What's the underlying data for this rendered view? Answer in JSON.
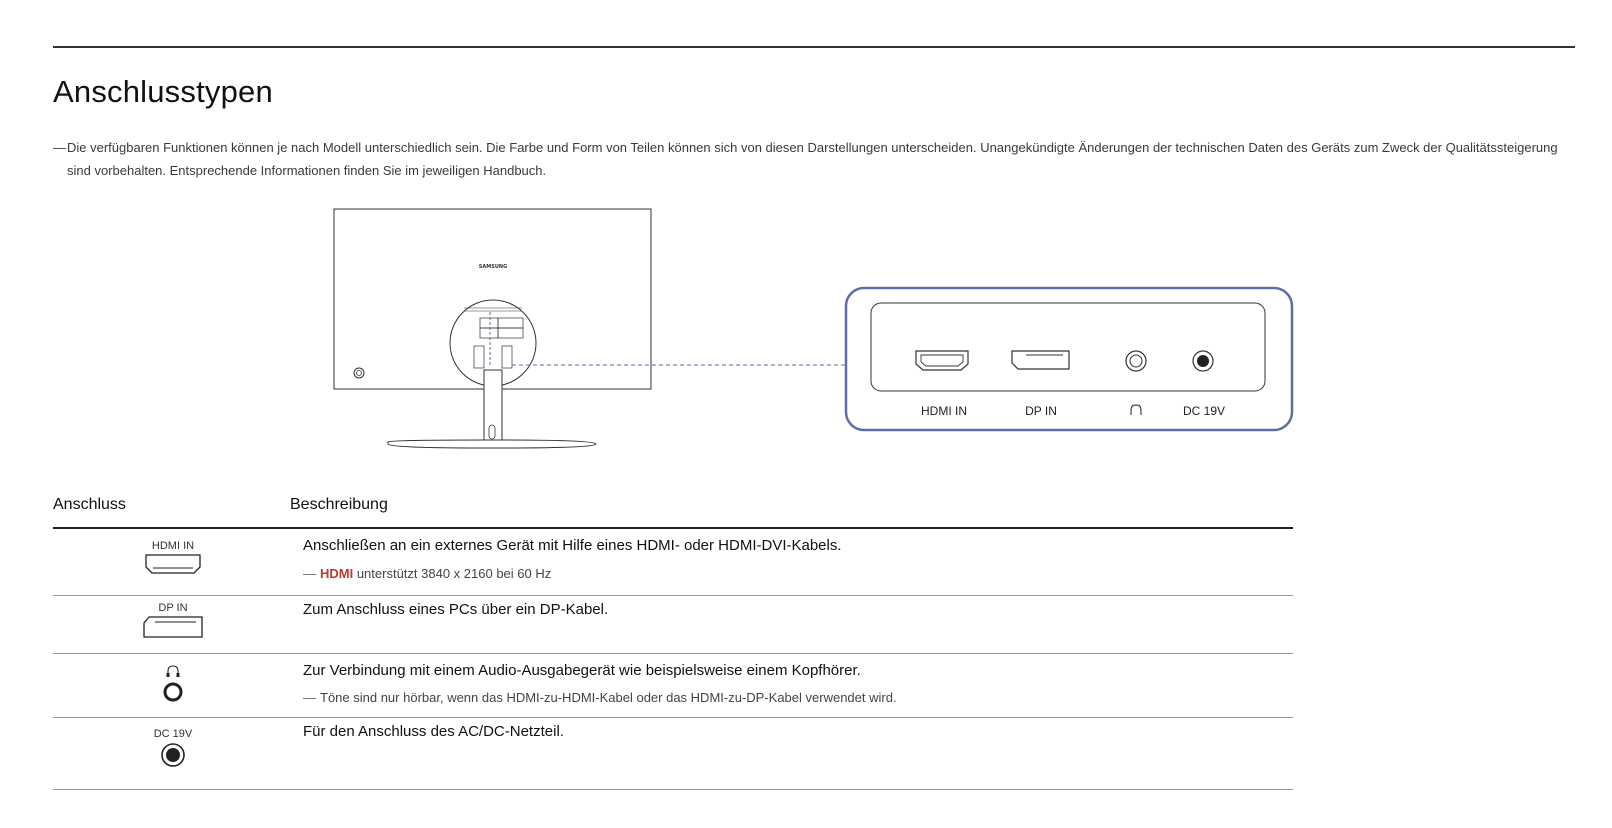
{
  "heading": "Anschlusstypen",
  "note": {
    "dash": "―",
    "text": "Die verfügbaren Funktionen können je nach Modell unterschiedlich sein. Die Farbe und Form von Teilen können sich von diesen Darstellungen unterscheiden. Unangekündigte Änderungen der technischen Daten des Geräts zum Zweck der Qualitätssteigerung sind vorbehalten. Entsprechende Informationen finden Sie im jeweiligen Handbuch."
  },
  "illustration": {
    "brand": "SAMSUNG",
    "ports": [
      "HDMI IN",
      "DP IN",
      "headphone",
      "DC 19V"
    ],
    "port_labels": {
      "hdmi": "HDMI IN",
      "dp": "DP IN",
      "dc": "DC 19V"
    },
    "colors": {
      "callout_border": "#5b6fa0",
      "line": "#333333"
    }
  },
  "table": {
    "headers": {
      "port": "Anschluss",
      "description": "Beschreibung"
    },
    "rows": [
      {
        "port_label": "HDMI IN",
        "icon": "hdmi-port-icon",
        "description": "Anschließen an ein externes Gerät mit Hilfe eines HDMI- oder HDMI-DVI-Kabels.",
        "note_highlight": "HDMI",
        "note_text": " unterstützt 3840 x 2160 bei 60 Hz"
      },
      {
        "port_label": "DP IN",
        "icon": "displayport-icon",
        "description": "Zum Anschluss eines PCs über ein DP-Kabel."
      },
      {
        "port_label": "",
        "icon": "headphone-icon",
        "description": "Zur Verbindung mit einem Audio-Ausgabegerät wie beispielsweise einem Kopfhörer.",
        "note_text": "Töne sind nur hörbar, wenn das HDMI-zu-HDMI-Kabel oder das HDMI-zu-DP-Kabel verwendet wird."
      },
      {
        "port_label": "DC 19V",
        "icon": "dc-power-icon",
        "description": "Für den Anschluss des AC/DC-Netzteil."
      }
    ]
  },
  "colors": {
    "highlight": "#c0392b",
    "rule": "#333333"
  }
}
